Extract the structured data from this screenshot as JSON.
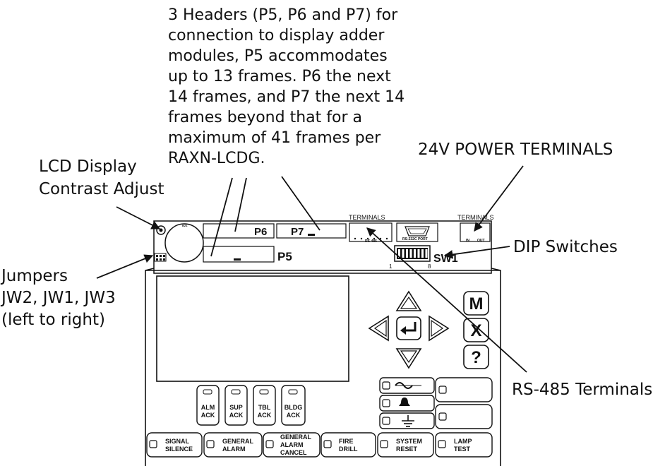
{
  "callouts": {
    "headers_note": [
      "3 Headers (P5, P6 and P7) for",
      "connection to display adder",
      "modules, P5 accommodates",
      "up to 13 frames.  P6 the next",
      "14 frames, and P7 the next 14",
      "frames beyond that for a",
      "maximum of 41 frames per",
      "RAXN-LCDG."
    ],
    "lcd_contrast": [
      "LCD Display",
      "Contrast Adjust"
    ],
    "power_terminals": "24V POWER TERMINALS",
    "dip_switches": "DIP Switches",
    "jumpers": [
      "Jumpers",
      "JW2, JW1, JW3",
      "(left to right)"
    ],
    "rs485": "RS-485 Terminals"
  },
  "board": {
    "header_p6": "P6",
    "header_p7": "P7",
    "header_p5": "P5",
    "terminals_left": "TERMINALS",
    "terminals_right": "TERMINALS",
    "rs485_label": "RS-485",
    "rs232_label": "RS-232C PORT",
    "pwr_in": "IN",
    "pwr_out": "OUT",
    "sw1": "SW1",
    "sw1_pin1": "1",
    "sw1_pin8": "8"
  },
  "keypad": {
    "menu_key": "M",
    "cancel_key": "X",
    "help_key": "?",
    "ack_buttons": [
      [
        "ALM",
        "ACK"
      ],
      [
        "SUP",
        "ACK"
      ],
      [
        "TBL",
        "ACK"
      ],
      [
        "BLDG",
        "ACK"
      ]
    ],
    "bottom_buttons": [
      [
        "SIGNAL",
        "SILENCE"
      ],
      [
        "GENERAL",
        "ALARM"
      ],
      [
        "GENERAL",
        "ALARM",
        "CANCEL"
      ],
      [
        "FIRE",
        "DRILL"
      ],
      [
        "SYSTEM",
        "RESET"
      ],
      [
        "LAMP",
        "TEST"
      ]
    ]
  },
  "colors": {
    "ink": "#111111",
    "paper": "#ffffff"
  }
}
